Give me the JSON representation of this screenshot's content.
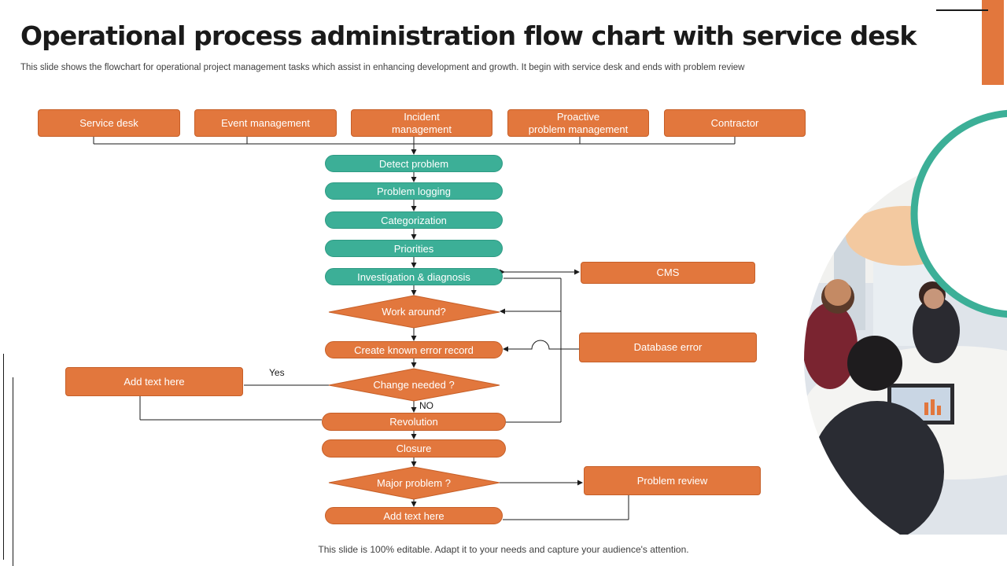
{
  "title": "Operational process administration flow chart with service desk",
  "subtitle": "This slide shows the flowchart for operational project management tasks which assist in enhancing development and growth. It begin with service desk and ends with problem review",
  "footer": "This slide is 100% editable. Adapt it to your needs and capture your audience's attention.",
  "colors": {
    "orange": "#e2773d",
    "teal": "#3caf97",
    "line": "#1a1a1a"
  },
  "top_boxes": [
    "Service desk",
    "Event management",
    "Incident\nmanagement",
    "Proactive\nproblem management",
    "Contractor"
  ],
  "steps": {
    "detect": "Detect problem",
    "logging": "Problem logging",
    "categorization": "Categorization",
    "priorities": "Priorities",
    "investigation": "Investigation  & diagnosis",
    "work_around": "Work around?",
    "known_error": "Create known error record",
    "change_needed": "Change needed  ?",
    "revolution": "Revolution",
    "closure": "Closure",
    "major_problem": "Major problem  ?",
    "add_text_bottom": "Add text here"
  },
  "side": {
    "cms": "CMS",
    "database_error": "Database error",
    "add_text_left": "Add text here",
    "problem_review": "Problem review"
  },
  "labels": {
    "yes": "Yes",
    "no": "NO"
  },
  "image": {
    "description_icon": "meeting-photo"
  }
}
